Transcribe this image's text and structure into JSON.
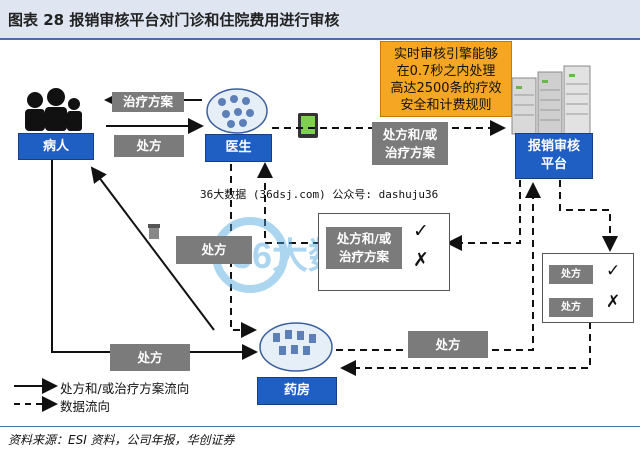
{
  "title": "图表  28    报销审核平台对门诊和住院费用进行审核",
  "nodes": {
    "patient": "病人",
    "doctor": "医生",
    "pharmacy": "药房",
    "platform_line1": "报销审核",
    "platform_line2": "平台"
  },
  "flow_labels": {
    "treatment_plan": "治疗方案",
    "prescription_to_patient": "处方",
    "rx_or_plan_top_1": "处方和/或",
    "rx_or_plan_top_2": "治疗方案",
    "rx_mid": "处方",
    "review_line1": "处方和/或",
    "review_line2": "治疗方案",
    "rx_bottom_left": "处方",
    "rx_bottom_right": "处方",
    "side_rx_1": "处方",
    "side_rx_2": "处方"
  },
  "note": {
    "line1": "实时审核引擎能够",
    "line2": "在0.7秒之内处理",
    "line3": "高达2500条的疗效",
    "line4": "安全和计费规则"
  },
  "marks": {
    "check": "✓",
    "cross": "✗"
  },
  "watermark_text": "36大数据 (36dsj.com) 公众号: dashuju36",
  "logo_text": "36大数据",
  "legend": {
    "solid": "处方和/或治疗方案流向",
    "dashed": "数据流向"
  },
  "source": "资料来源：ESI 资料，公司年报，华创证券",
  "colors": {
    "node_blue": "#1f5fc4",
    "label_gray": "#7b7b7b",
    "note_orange": "#f5a623",
    "title_band": "#dfe6f2"
  }
}
